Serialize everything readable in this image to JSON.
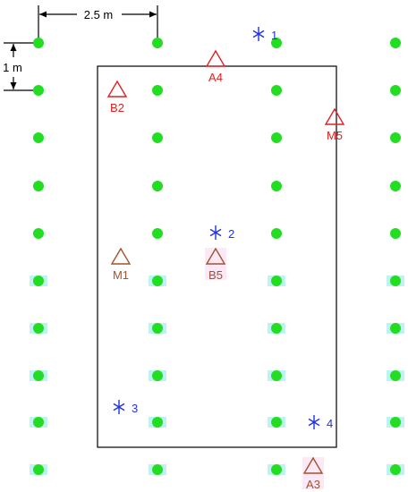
{
  "dimensions": {
    "horizontal_spacing_label": "2.5 m",
    "vertical_spacing_label": "1 m"
  },
  "grid": {
    "columns": 4,
    "rows": 10,
    "dot_color": "#22dd22",
    "highlight_color": "#bff3f3",
    "highlighted_rows_from": 6
  },
  "plot": {
    "border_color": "#000000"
  },
  "stars": {
    "color": "#2233dd",
    "items": [
      {
        "label": "1"
      },
      {
        "label": "2"
      },
      {
        "label": "3"
      },
      {
        "label": "4"
      }
    ]
  },
  "triangles": {
    "items": [
      {
        "label": "A4",
        "color": "#e02020"
      },
      {
        "label": "B2",
        "color": "#e02020"
      },
      {
        "label": "M5",
        "color": "#e02020"
      },
      {
        "label": "M1",
        "color": "#a0522d"
      },
      {
        "label": "B5",
        "color": "#a0522d",
        "highlight": "#fde8f6"
      },
      {
        "label": "A3",
        "color": "#a0522d",
        "highlight": "#fde8f6"
      }
    ]
  }
}
